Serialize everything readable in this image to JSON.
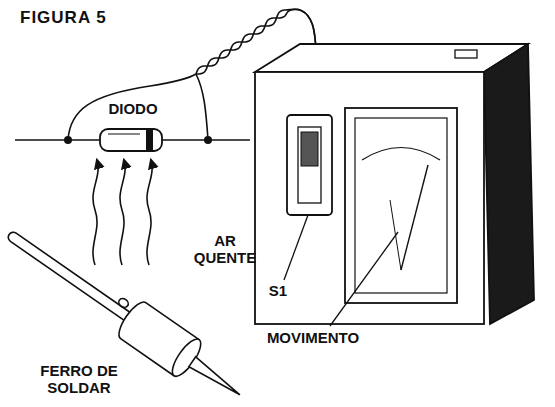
{
  "diagram": {
    "title": "FIGURA 5",
    "labels": [
      "DIODO",
      "AR QUENTE",
      "S1",
      "MOVIMENTO",
      "FERRO DE SOLDAR"
    ]
  }
}
